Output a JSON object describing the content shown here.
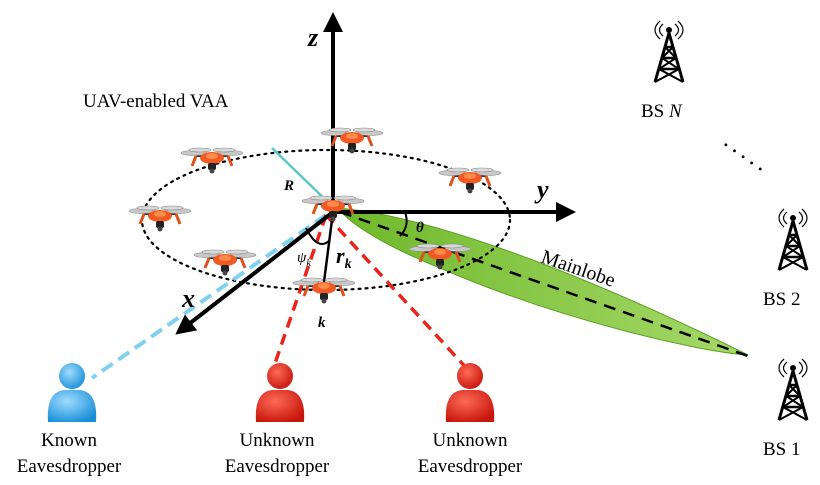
{
  "figure": {
    "vaa_label": "UAV-enabled VAA",
    "axes": {
      "z": "z",
      "y": "y",
      "x": "x"
    },
    "symbols": {
      "radius": "R",
      "theta": "θ",
      "psi": "ψ",
      "psi_sub": "k",
      "r": "r",
      "r_sub": "k",
      "uav_index": "k"
    },
    "mainlobe_label": "Mainlobe",
    "base_stations": [
      {
        "label": "BS ",
        "label_italic": "N"
      },
      {
        "label": "BS 2",
        "label_italic": ""
      },
      {
        "label": "BS 1",
        "label_italic": ""
      }
    ],
    "ellipsis": "· · · · ·",
    "eavesdroppers": [
      {
        "line1": "Known",
        "line2": "Eavesdropper",
        "color": "#3fa9e6"
      },
      {
        "line1": "Unknown",
        "line2": "Eavesdropper",
        "color": "#e8241b"
      },
      {
        "line1": "Unknown",
        "line2": "Eavesdropper",
        "color": "#e8241b"
      }
    ],
    "colors": {
      "uav_body": "#f15a22",
      "beam": "#8cc63f",
      "known_link": "#7fd1f0",
      "unknown_link": "#e8241b",
      "radius_line": "#5bc8c8"
    }
  }
}
